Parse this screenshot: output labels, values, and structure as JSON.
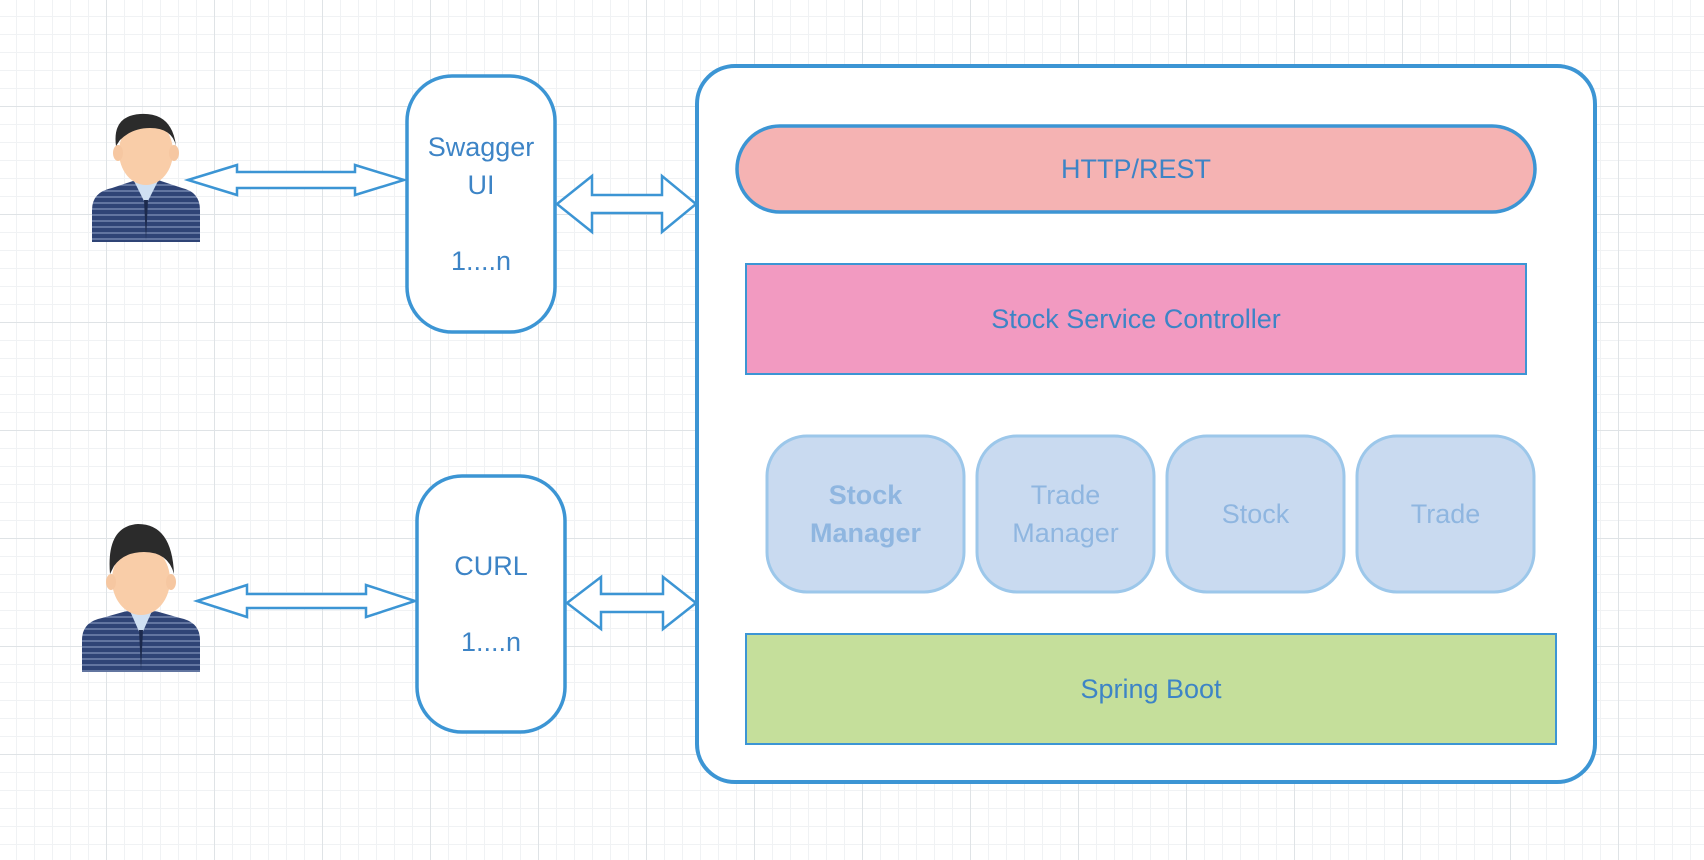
{
  "diagram": {
    "users": [
      {
        "id": "user-top"
      },
      {
        "id": "user-bottom"
      }
    ],
    "clients": {
      "swagger": {
        "line1": "Swagger",
        "line2": "UI",
        "count": "1....n"
      },
      "curl": {
        "line1": "CURL",
        "count": "1....n"
      }
    },
    "service": {
      "http_layer": "HTTP/REST",
      "controller_layer": "Stock Service Controller",
      "components": [
        {
          "line1": "Stock",
          "line2": "Manager"
        },
        {
          "line1": "Trade",
          "line2": "Manager"
        },
        {
          "line1": "Stock",
          "line2": ""
        },
        {
          "line1": "Trade",
          "line2": ""
        }
      ],
      "framework_layer": "Spring Boot"
    },
    "colors": {
      "stroke": "#3c95d4",
      "http_fill": "#f5b3b3",
      "controller_fill": "#f29ac1",
      "component_fill": "#c9daf0",
      "component_stroke": "#9cc7ea",
      "framework_fill": "#c5df9b",
      "label_text": "#3d84c6",
      "component_text": "#8fb6e0"
    },
    "icons": [
      "person-icon",
      "double-arrow-icon"
    ]
  }
}
